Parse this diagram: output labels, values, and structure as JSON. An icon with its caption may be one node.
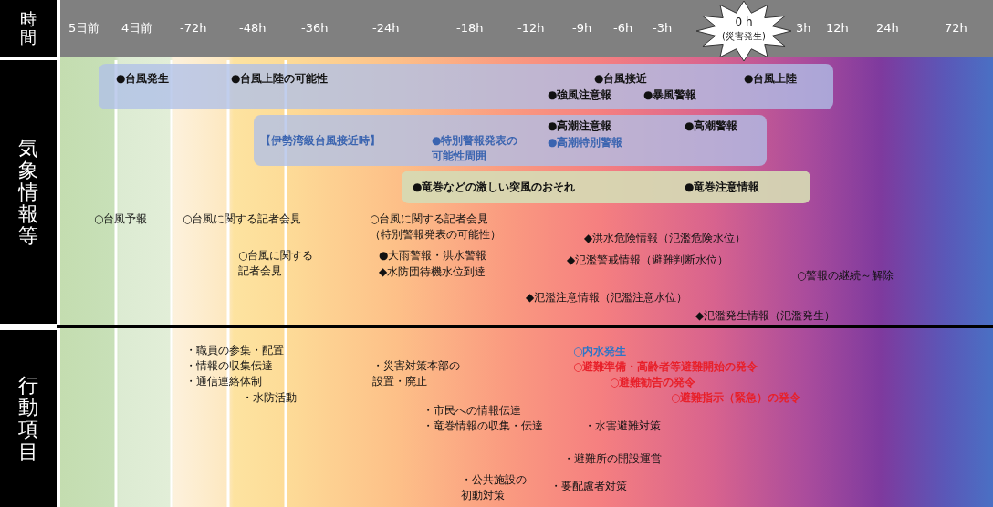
{
  "diagram": {
    "nodes": [
      {
        "text": [
          "時間"
        ]
      },
      {
        "text": [
          "0 h",
          "(災害発生)"
        ]
      },
      {
        "text": [
          "気象情報等"
        ]
      },
      {
        "text": [
          "●台風発生",
          "●台風上陸の可能性",
          "●台風接近",
          "●台風上陸",
          "●強風注意報",
          "●暴風警報"
        ]
      },
      {
        "text": [
          "【伊勢湾級台風接近時】",
          "●特別警報発表の可能性周囲",
          "●高潮注意報",
          "●高潮特別警報",
          "●高潮警報"
        ]
      },
      {
        "text": [
          "●竜巻などの激しい突風のおそれ",
          "●竜巻注意情報"
        ]
      },
      {
        "text": [
          "行動項目"
        ]
      }
    ],
    "labels": [
      "5日前",
      "4日前",
      "-72h",
      "-48h",
      "-36h",
      "-24h",
      "-18h",
      "-12h",
      "-9h",
      "-6h",
      "-3h",
      "3h",
      "12h",
      "24h",
      "72h",
      "○台風予報",
      "○台風に関する記者会見",
      "○台風に関する記者会見（特別警報発表の可能性）",
      "◆洪水危険情報（氾濫危険水位）",
      "○台風に関する記者会見",
      "●大雨警報・洪水警報",
      "◆氾濫警戒情報（避難判断水位）",
      "◆水防団待機水位到達",
      "○警報の継続～解除",
      "◆氾濫注意情報（氾濫注意水位）",
      "◆氾濫発生情報（氾濫発生）",
      "・職員の参集・配置",
      "○内水発生",
      "・情報の収集伝達",
      "・災害対策本部の設置・廃止",
      "○避難準備・高齢者等避難開始の発令",
      "・通信連絡体制",
      "○避難勧告の発令",
      "・水防活動",
      "○避難指示（緊急）の発令",
      "・市民への情報伝達",
      "・竜巻情報の収集・伝達",
      "・水害避難対策",
      "・避難所の開設運営",
      "・公共施設の初動対策",
      "・要配慮者対策"
    ]
  }
}
